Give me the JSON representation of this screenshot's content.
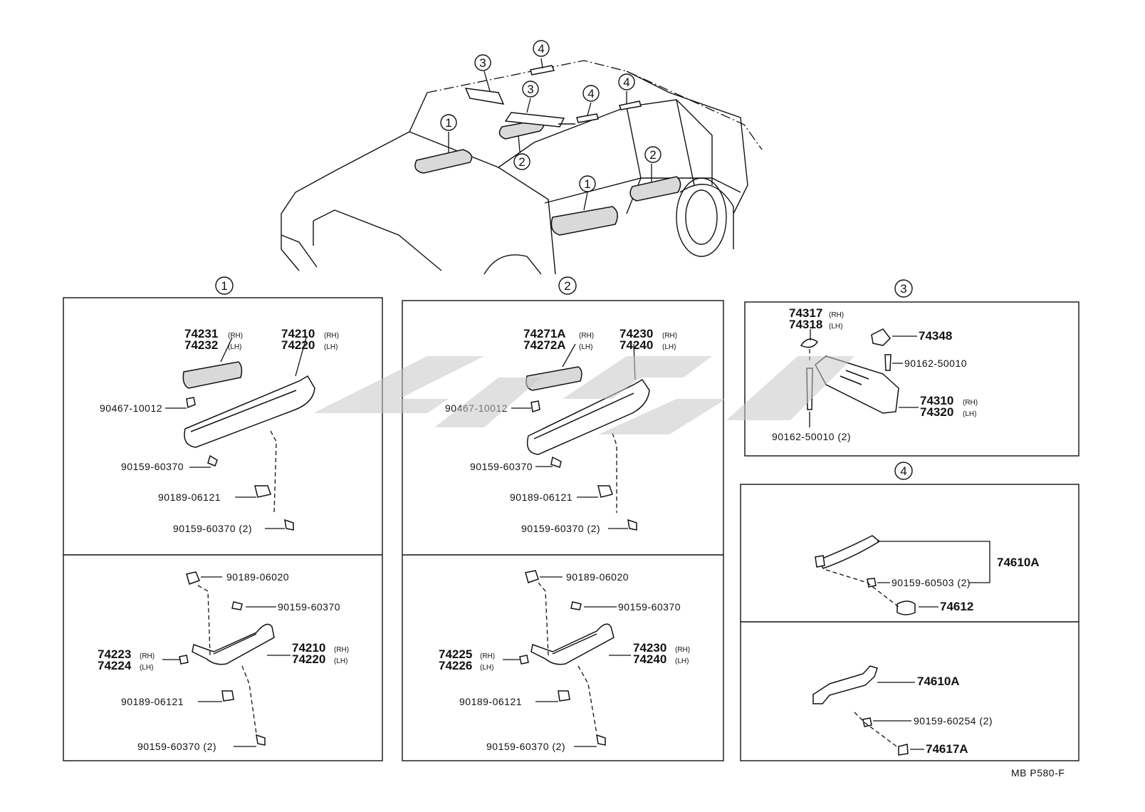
{
  "diagram": {
    "drawing_code": "MB P580-F",
    "overview_callouts": [
      "1",
      "2",
      "3",
      "4"
    ],
    "sections": [
      {
        "number": "1",
        "upper": [
          {
            "part": "74231",
            "suffix": "(RH)"
          },
          {
            "part": "74232",
            "suffix": "(LH)"
          },
          {
            "part": "74210",
            "suffix": "(RH)"
          },
          {
            "part": "74220",
            "suffix": "(LH)"
          },
          {
            "part": "90467-10012"
          },
          {
            "part": "90159-60370"
          },
          {
            "part": "90189-06121"
          },
          {
            "part": "90159-60370 (2)"
          }
        ],
        "lower": [
          {
            "part": "90189-06020"
          },
          {
            "part": "90159-60370"
          },
          {
            "part": "74223",
            "suffix": "(RH)"
          },
          {
            "part": "74224",
            "suffix": "(LH)"
          },
          {
            "part": "74210",
            "suffix": "(RH)"
          },
          {
            "part": "74220",
            "suffix": "(LH)"
          },
          {
            "part": "90189-06121"
          },
          {
            "part": "90159-60370 (2)"
          }
        ]
      },
      {
        "number": "2",
        "upper": [
          {
            "part": "74271A",
            "suffix": "(RH)"
          },
          {
            "part": "74272A",
            "suffix": "(LH)"
          },
          {
            "part": "74230",
            "suffix": "(RH)"
          },
          {
            "part": "74240",
            "suffix": "(LH)"
          },
          {
            "part": "90467-10012"
          },
          {
            "part": "90159-60370"
          },
          {
            "part": "90189-06121"
          },
          {
            "part": "90159-60370 (2)"
          }
        ],
        "lower": [
          {
            "part": "90189-06020"
          },
          {
            "part": "90159-60370"
          },
          {
            "part": "74225",
            "suffix": "(RH)"
          },
          {
            "part": "74226",
            "suffix": "(LH)"
          },
          {
            "part": "74230",
            "suffix": "(RH)"
          },
          {
            "part": "74240",
            "suffix": "(LH)"
          },
          {
            "part": "90189-06121"
          },
          {
            "part": "90159-60370 (2)"
          }
        ]
      },
      {
        "number": "3",
        "parts": [
          {
            "part": "74317",
            "suffix": "(RH)"
          },
          {
            "part": "74318",
            "suffix": "(LH)"
          },
          {
            "part": "74348"
          },
          {
            "part": "90162-50010"
          },
          {
            "part": "74310",
            "suffix": "(RH)"
          },
          {
            "part": "74320",
            "suffix": "(LH)"
          },
          {
            "part": "90162-50010 (2)"
          }
        ]
      },
      {
        "number": "4",
        "upper": [
          {
            "part": "74610A"
          },
          {
            "part": "90159-60503 (2)"
          },
          {
            "part": "74612"
          }
        ],
        "lower": [
          {
            "part": "74610A"
          },
          {
            "part": "90159-60254 (2)"
          },
          {
            "part": "74617A"
          }
        ]
      }
    ]
  },
  "colors": {
    "line": "#111111",
    "watermark": "#c8c8c8"
  }
}
